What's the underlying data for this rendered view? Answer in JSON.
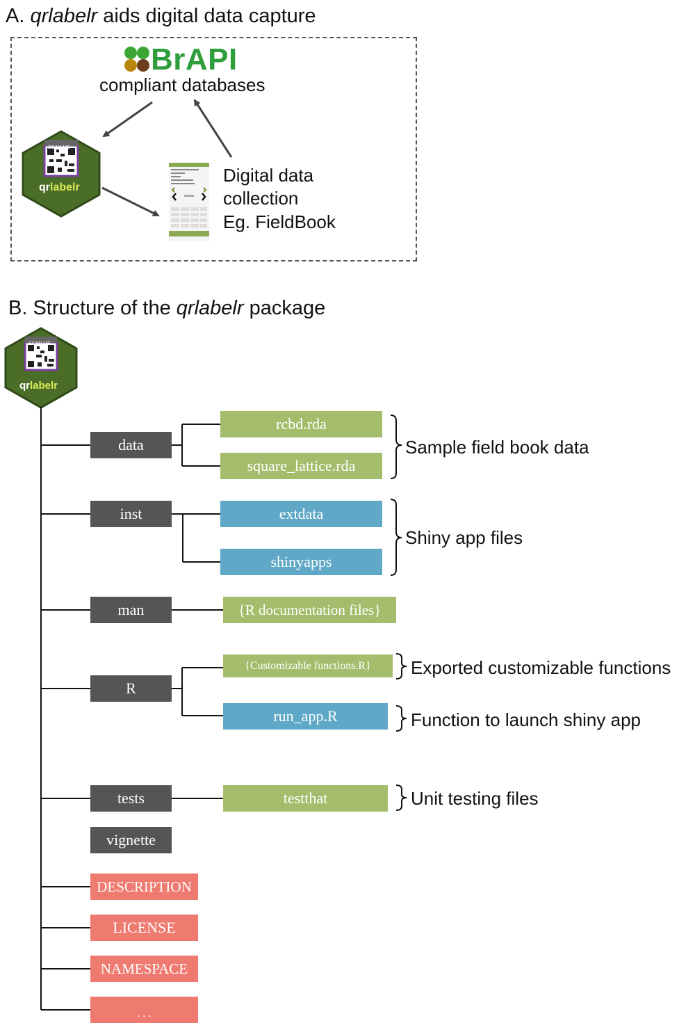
{
  "panel_a": {
    "title_prefix": "A. ",
    "title_italic": "qrlabelr",
    "title_suffix": " aids digital data capture",
    "brapi_logo_text": "BrAPI",
    "databases_label": "compliant databases",
    "hex_scan_me": "SCAN ME",
    "hex_logo_text_q": "qr",
    "hex_logo_text_rest": "labelr",
    "collection_lines": [
      "Digital data",
      "collection",
      "Eg. FieldBook"
    ]
  },
  "panel_b": {
    "title_prefix": "B. Structure of the ",
    "title_italic": "qrlabelr",
    "title_suffix": " package",
    "hex_scan_me": "SCAN ME",
    "hex_logo_text_q": "qr",
    "hex_logo_text_rest": "labelr",
    "folders": {
      "data": "data",
      "inst": "inst",
      "man": "man",
      "R": "R",
      "tests": "tests",
      "vignette": "vignette"
    },
    "files": {
      "rcbd": "rcbd.rda",
      "square_lattice": "square_lattice.rda",
      "extdata": "extdata",
      "shinyapps": "shinyapps",
      "r_docs": "{R documentation files}",
      "custom_functions": "{Customizable functions.R}",
      "run_app": "run_app.R",
      "testthat": "testthat",
      "description": "DESCRIPTION",
      "license": "LICENSE",
      "namespace": "NAMESPACE",
      "more": ". . ."
    },
    "annotations": {
      "sample_data": "Sample field book data",
      "shiny_files": "Shiny app files",
      "exported": "Exported customizable functions",
      "launch": "Function to launch shiny app",
      "unit_tests": "Unit testing files"
    },
    "colors": {
      "folder": "#555555",
      "data_file": "#a4bd6c",
      "app_file": "#5fa8c7",
      "meta_file": "#ee7a70"
    }
  }
}
